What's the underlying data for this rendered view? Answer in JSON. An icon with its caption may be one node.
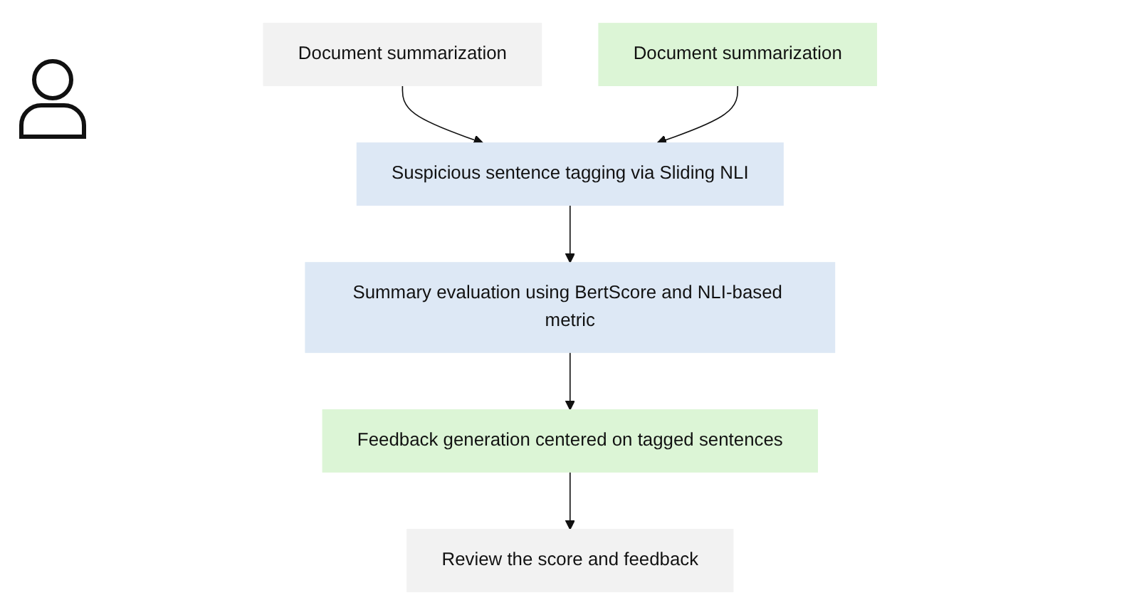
{
  "diagram": {
    "nodes": [
      {
        "text": [
          "Document summarization"
        ]
      },
      {
        "text": [
          "Document summarization"
        ]
      },
      {
        "text": [
          "Suspicious sentence tagging via Sliding NLI"
        ]
      },
      {
        "text": [
          "Summary evaluation using BertScore and NLI-based metric"
        ]
      },
      {
        "text": [
          "Feedback generation centered on tagged sentences"
        ]
      },
      {
        "text": [
          "Review the score and feedback"
        ]
      }
    ],
    "edges": [
      {
        "from": 0,
        "to": 2,
        "arrow": "to"
      },
      {
        "from": 1,
        "to": 2,
        "arrow": "to"
      },
      {
        "from": 2,
        "to": 3,
        "arrow": "to"
      },
      {
        "from": 3,
        "to": 4,
        "arrow": "to"
      },
      {
        "from": 4,
        "to": 5,
        "arrow": "to"
      }
    ]
  }
}
